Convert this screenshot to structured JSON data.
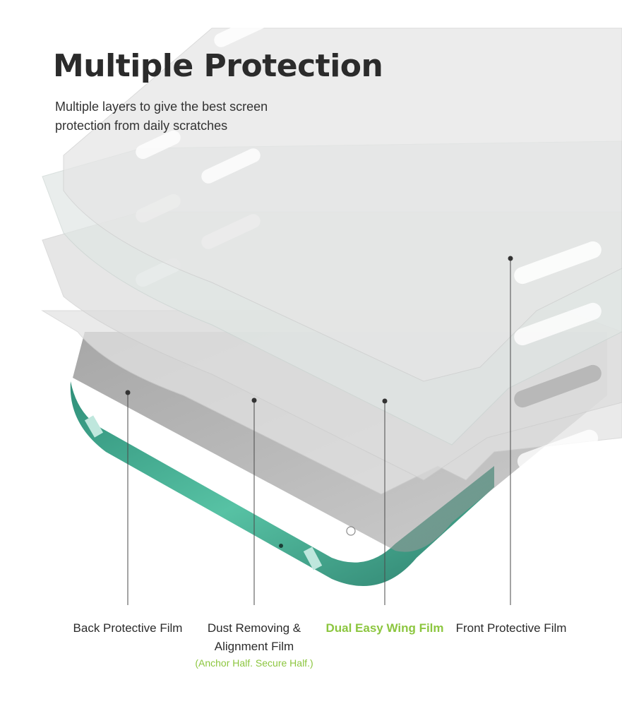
{
  "header": {
    "title": "Multiple Protection",
    "subtitle": "Multiple layers to give the best screen protection from daily scratches"
  },
  "labels": {
    "back_film": "Back Protective Film",
    "dust_film_line1": "Dust Removing &",
    "dust_film_line2": "Alignment Film",
    "dust_film_note": "(Anchor Half. Secure Half.)",
    "wing_film": "Dual Easy Wing Film",
    "front_film": "Front Protective Film"
  },
  "colors": {
    "text": "#2b2b2b",
    "accent_green": "#8cc63f",
    "phone_green": "#3ea58a",
    "film_gray": "#d8d8d8",
    "leader_line": "#4a4a4a"
  },
  "icons": [
    "phone-image",
    "film-layer-icon"
  ]
}
